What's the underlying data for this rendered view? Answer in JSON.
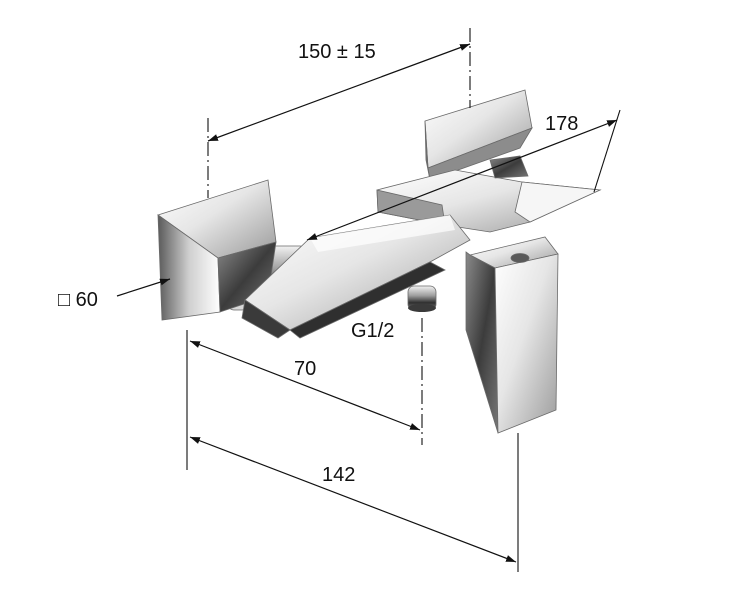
{
  "dimensions": {
    "inlet_spacing": "150 ± 15",
    "overall_depth": "178",
    "square_size": "□ 60",
    "outlet_offset": "70",
    "overall_width": "142",
    "outlet_thread": "G1/2"
  },
  "colors": {
    "line": "#111111",
    "chrome_light": "#f4f4f4",
    "chrome_mid": "#b9b9b9",
    "chrome_dark": "#4a4a4a"
  }
}
